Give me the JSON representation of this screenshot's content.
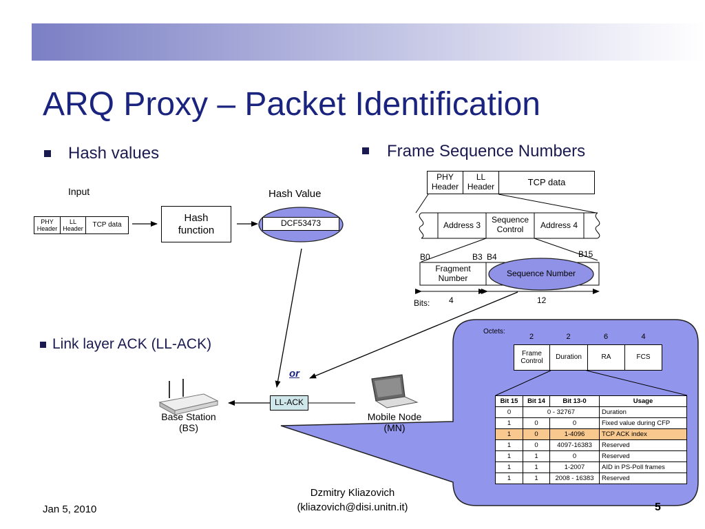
{
  "slide": {
    "title": "ARQ Proxy – Packet Identification",
    "bullets": {
      "hash": "Hash values",
      "fsn": "Frame Sequence Numbers",
      "llack": "Link layer ACK (LL-ACK)"
    }
  },
  "hash_diagram": {
    "input_label": "Input",
    "packet": {
      "phy": "PHY Header",
      "ll": "LL Header",
      "tcp": "TCP data"
    },
    "function_label": "Hash function",
    "value_title": "Hash Value",
    "value": "DCF53473"
  },
  "fsn_diagram": {
    "packet": {
      "phy": "PHY Header",
      "ll": "LL Header",
      "tcp": "TCP data"
    },
    "fields": {
      "addr3": "Address 3",
      "seqctl": "Sequence Control",
      "addr4": "Address 4"
    },
    "bits": {
      "b0": "B0",
      "b3": "B3",
      "b4": "B4",
      "b15": "B15"
    },
    "fragment": "Fragment Number",
    "seqnum": "Sequence Number",
    "bits_label": "Bits:",
    "bits_frag": "4",
    "bits_seq": "12"
  },
  "ack_diagram": {
    "or_label": "or",
    "llack": "LL-ACK",
    "bs_label": "Base Station (BS)",
    "mn_label": "Mobile Node (MN)"
  },
  "callout": {
    "octets_label": "Octets:",
    "octets": [
      "2",
      "2",
      "6",
      "4"
    ],
    "fields": [
      "Frame Control",
      "Duration",
      "RA",
      "FCS"
    ],
    "table": {
      "headers": [
        "Bit 15",
        "Bit 14",
        "Bit 13-0",
        "Usage"
      ],
      "rows": [
        {
          "b15": "0",
          "b14": "",
          "b13": "0 - 32767",
          "usage": "Duration"
        },
        {
          "b15": "1",
          "b14": "0",
          "b13": "0",
          "usage": "Fixed value during CFP"
        },
        {
          "b15": "1",
          "b14": "0",
          "b13": "1-4096",
          "usage": "TCP ACK index"
        },
        {
          "b15": "1",
          "b14": "0",
          "b13": "4097-16383",
          "usage": "Reserved"
        },
        {
          "b15": "1",
          "b14": "1",
          "b13": "0",
          "usage": "Reserved"
        },
        {
          "b15": "1",
          "b14": "1",
          "b13": "1-2007",
          "usage": "AID in PS-Poll frames"
        },
        {
          "b15": "1",
          "b14": "1",
          "b13": "2008 - 16383",
          "usage": "Reserved"
        }
      ],
      "highlight_row": 2,
      "highlight_color": "#f8c88f"
    }
  },
  "colors": {
    "title": "#1a237e",
    "ellipse": "#8f92e6",
    "callout": "#9295ec",
    "llack_box": "#cfe6ea"
  },
  "footer": {
    "date": "Jan 5, 2010",
    "author": "Dzmitry Kliazovich",
    "email": "(kliazovich@disi.unitn.it)",
    "page": "5"
  }
}
